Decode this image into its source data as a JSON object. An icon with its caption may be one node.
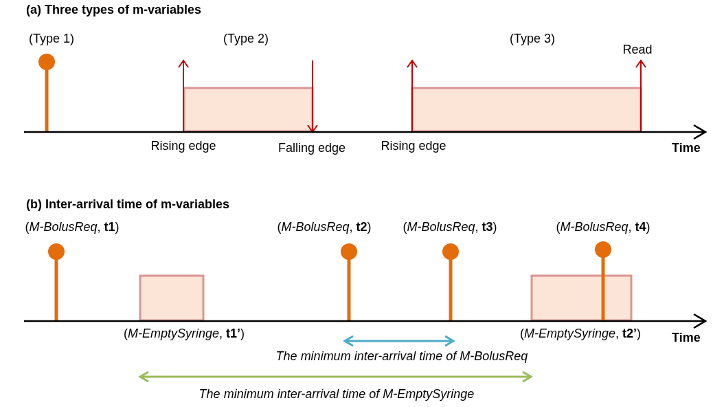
{
  "diagram": {
    "labels": [
      "(a) Three types of m-variables",
      "(Type 1)",
      "(Type 2)",
      "(Type 3)",
      "Read",
      "Rising edge",
      "Falling edge",
      "Rising edge",
      "Time",
      "(b) Inter-arrival time of m-variables",
      "(*M-BolusReq*, **t1**)",
      "(*M-BolusReq*, **t2**)",
      "(*M-BolusReq*, **t3**)",
      "(*M-BolusReq*, **t4**)",
      "(*M-EmptySyringe*, **t1’**)",
      "(*M-EmptySyringe*, **t2’**)",
      "Time",
      "The minimum inter-arrival time of M-BolusReq",
      "The minimum inter-arrival time of M-EmptySyringe"
    ]
  }
}
